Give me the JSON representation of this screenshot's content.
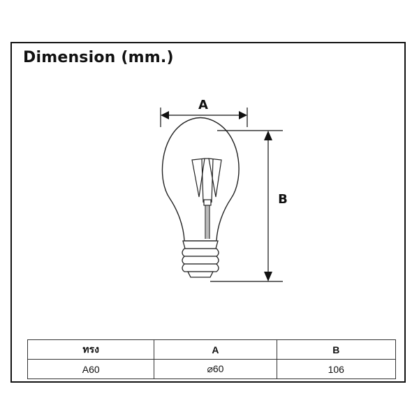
{
  "title": "Dimension (mm.)",
  "dimension_labels": {
    "a": "A",
    "b": "B"
  },
  "table": {
    "headers": [
      "ทรง",
      "A",
      "B"
    ],
    "rows": [
      [
        "A60",
        "⌀60",
        "106"
      ]
    ]
  }
}
